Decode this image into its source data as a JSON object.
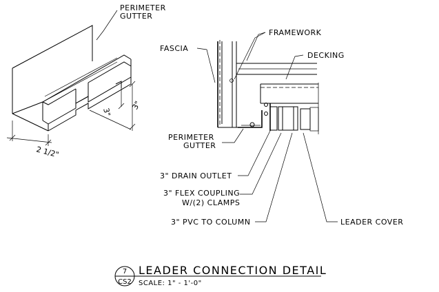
{
  "isometric_labels": {
    "perimeter_gutter_line1": "PERIMETER",
    "perimeter_gutter_line2": "GUTTER",
    "dim_width": "2 1/2\"",
    "dim_depth_a": "3\"",
    "dim_depth_b": "3\""
  },
  "section_labels": {
    "fascia": "FASCIA",
    "framework": "FRAMEWORK",
    "decking": "DECKING",
    "perimeter_gutter_line1": "PERIMETER",
    "perimeter_gutter_line2": "GUTTER",
    "drain_outlet": "3\" DRAIN OUTLET",
    "flex_coupling_line1": "3\" FLEX COUPLING",
    "flex_coupling_line2": "W/(2) CLAMPS",
    "pvc_to_column": "3\" PVC TO COLUMN",
    "leader_cover": "LEADER COVER"
  },
  "title_block": {
    "detail_number": "7",
    "sheet_number": "CS2",
    "title": "LEADER CONNECTION DETAIL",
    "scale": "SCALE: 1\" - 1'-0\""
  }
}
